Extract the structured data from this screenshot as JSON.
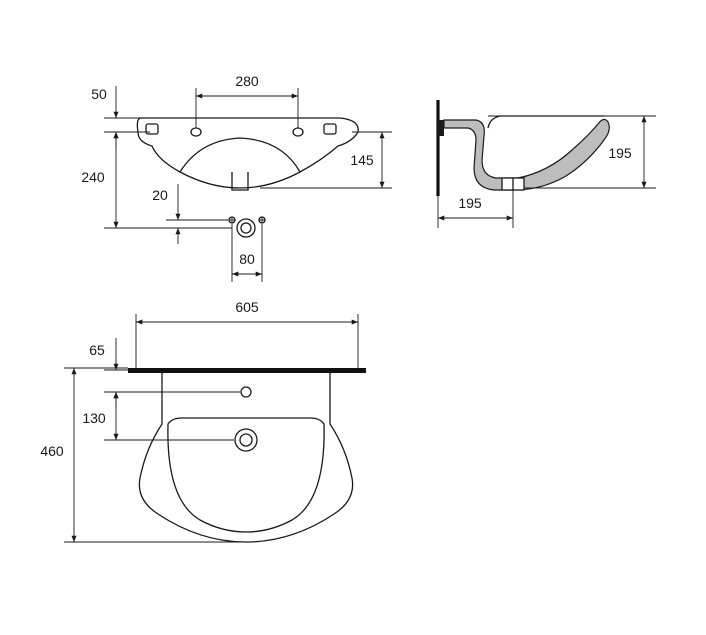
{
  "dimensions": {
    "top_view": {
      "edge_offset": "50",
      "hole_spacing": "280",
      "depth": "240",
      "bowl_depth": "145",
      "drain_offset": "20",
      "drain_spacing": "80"
    },
    "side_view": {
      "height": "195",
      "projection": "195"
    },
    "front_view": {
      "width": "605",
      "top_offset": "65",
      "tap_to_drain": "130",
      "total_height": "460"
    }
  }
}
